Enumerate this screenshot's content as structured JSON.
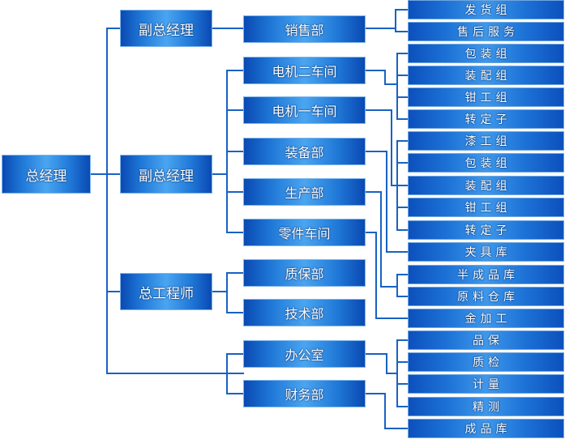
{
  "chart": {
    "root": "总经理",
    "level1": [
      "副总经理",
      "副总经理",
      "总工程师"
    ],
    "departments": [
      "销售部",
      "电机二车间",
      "电机一车间",
      "装备部",
      "生产部",
      "零件车间",
      "质保部",
      "技术部",
      "办公室",
      "财务部"
    ],
    "groups": [
      "发货组",
      "售后服务",
      "包装组",
      "装配组",
      "钳工组",
      "转定子",
      "漆工组",
      "包装组",
      "装配组",
      "钳工组",
      "转定子",
      "夹具库",
      "半成品库",
      "原料仓库",
      "金加工",
      "品保",
      "质检",
      "计量",
      "精测",
      "成品库"
    ]
  },
  "colors": {
    "line": "#1862c4",
    "box_mid": "#4aa5f1",
    "box_edge": "#0a49b3",
    "text": "#ffffff"
  }
}
